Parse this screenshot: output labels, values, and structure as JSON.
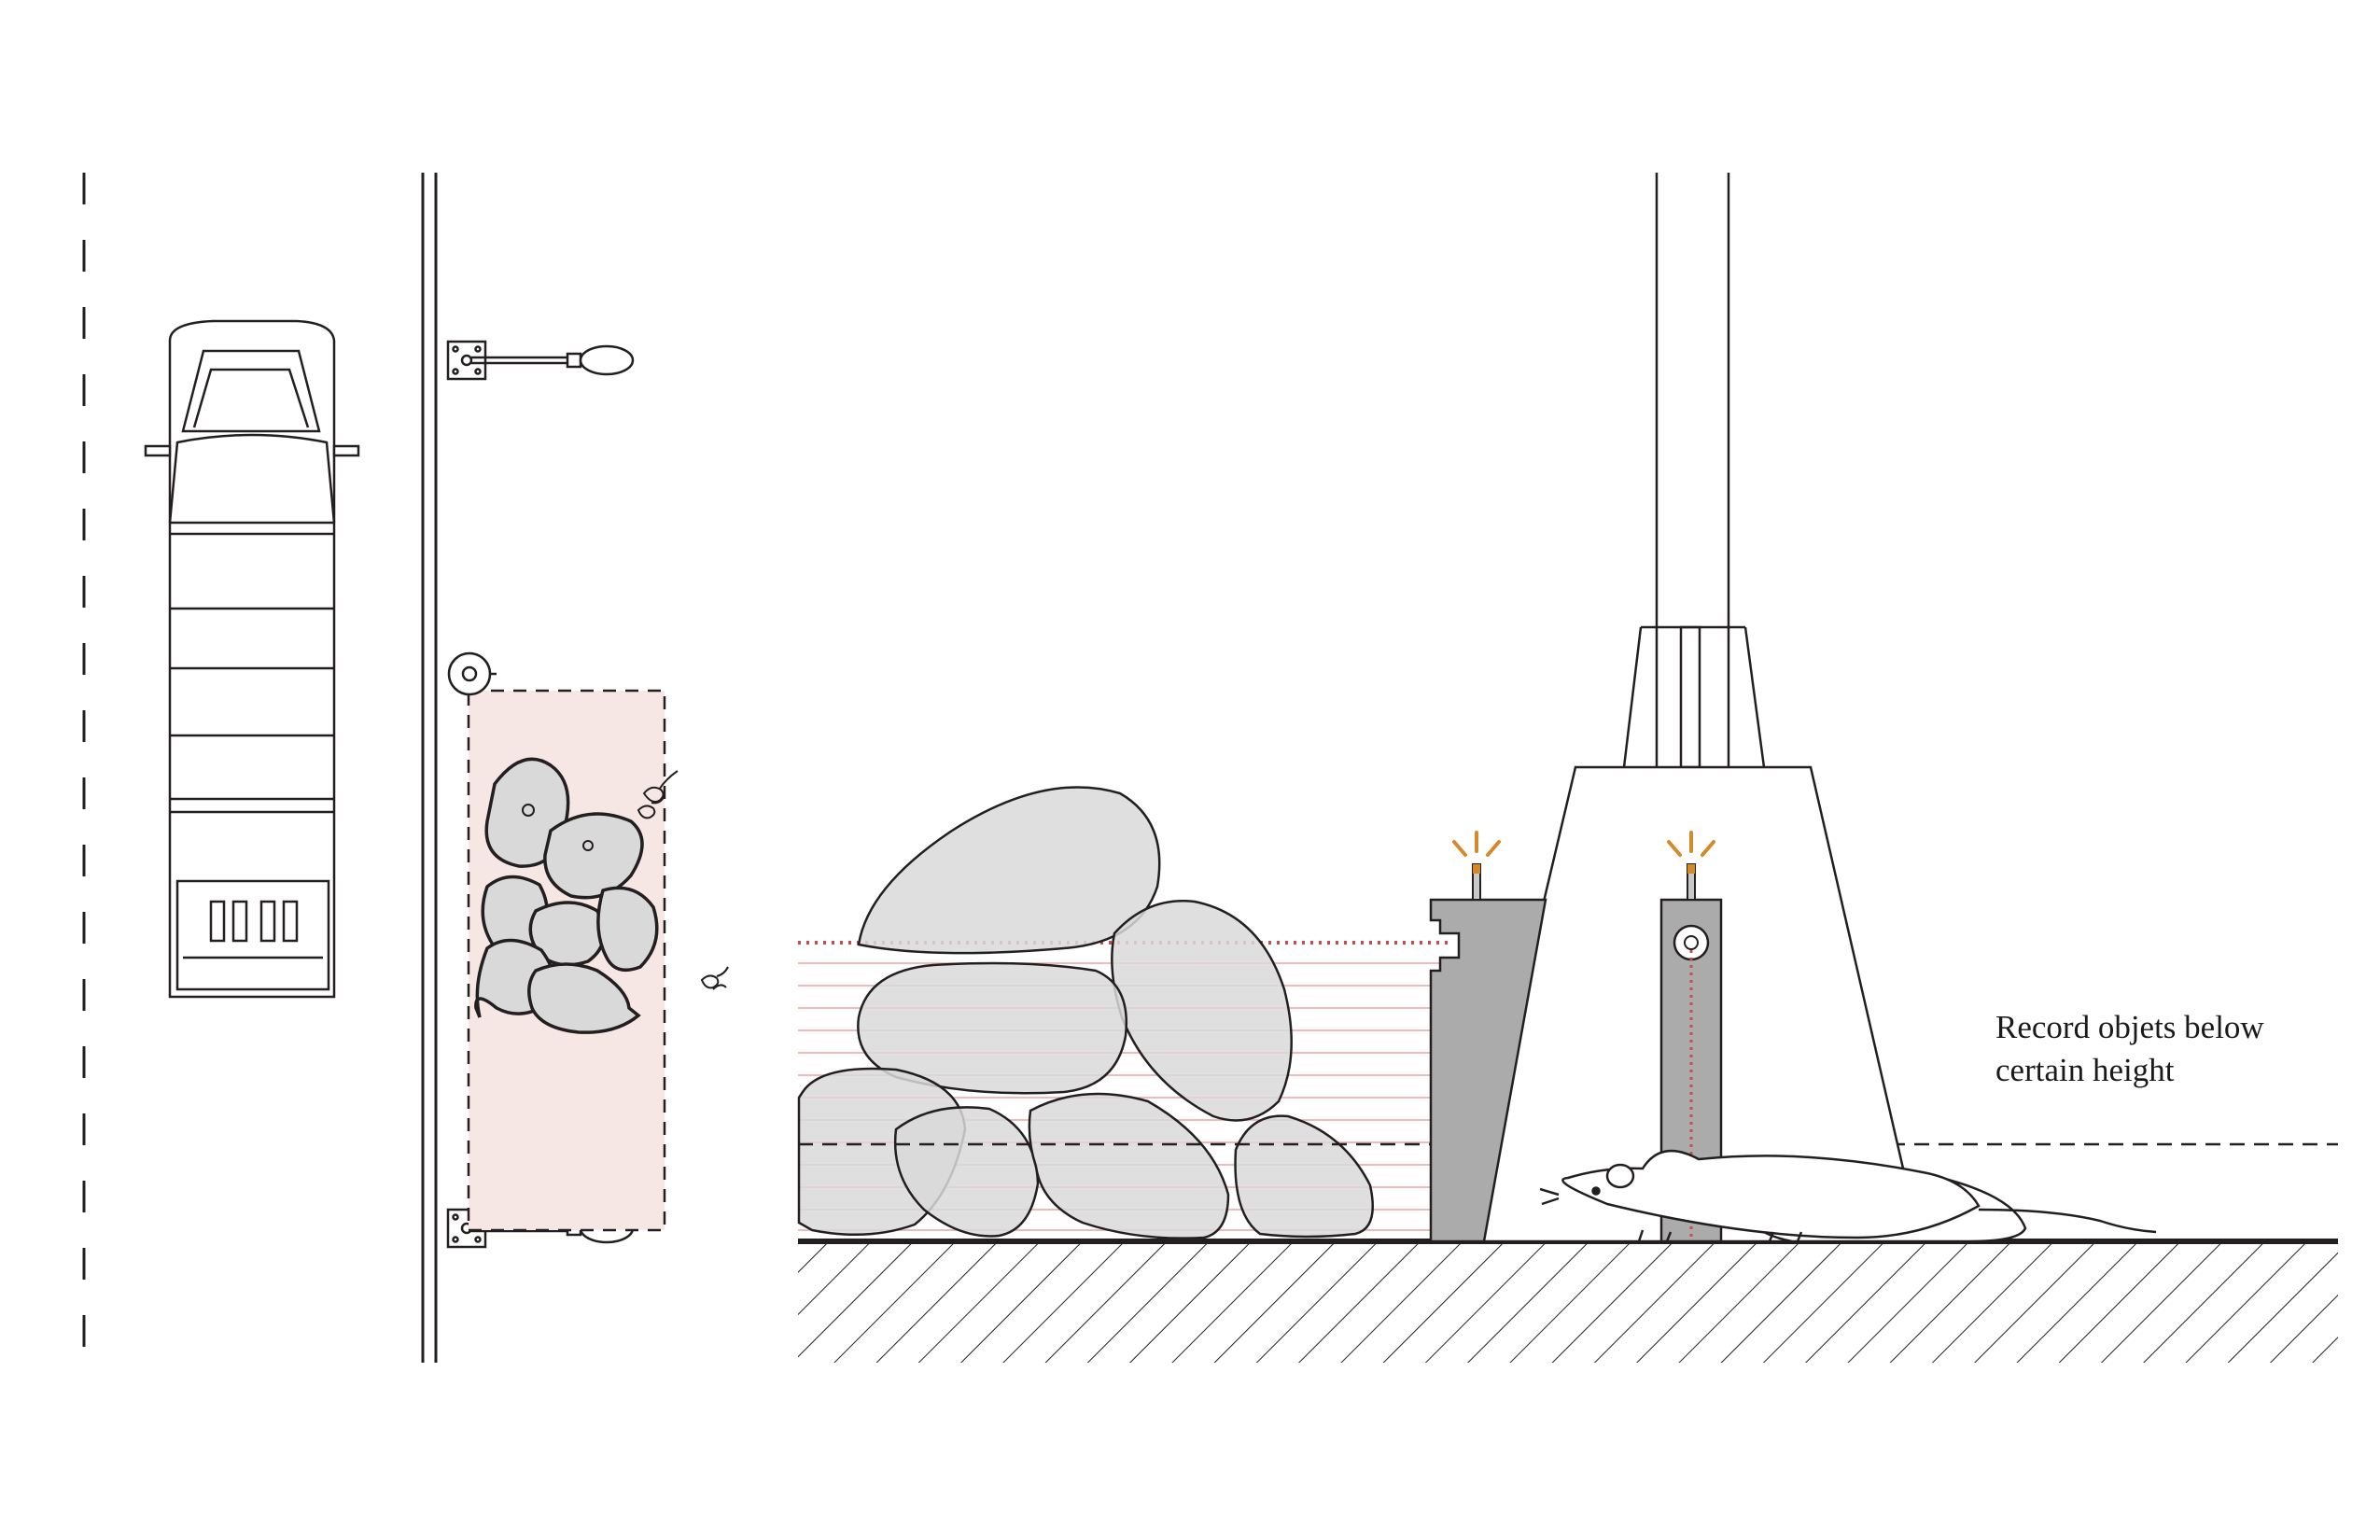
{
  "caption": {
    "line1": "Record objets below",
    "line2": "certain height"
  },
  "colors": {
    "stroke": "#231f20",
    "rock_fill": "#d9d9d9",
    "detection_zone": "#f6e7e5",
    "laser": "#c0504d",
    "sensor_housing": "#ababab",
    "alert": "#d4892b"
  },
  "elements": {
    "vehicle": "top-view car",
    "lamps": [
      "upper wall lamp",
      "lower wall lamp"
    ],
    "sensor_post": "circular sensor",
    "rock_pile": "rock pile",
    "pests": "rodents",
    "pylon": "pole with concrete base",
    "sensors": [
      "left sensor",
      "right sensor"
    ],
    "animal": "mouse"
  }
}
